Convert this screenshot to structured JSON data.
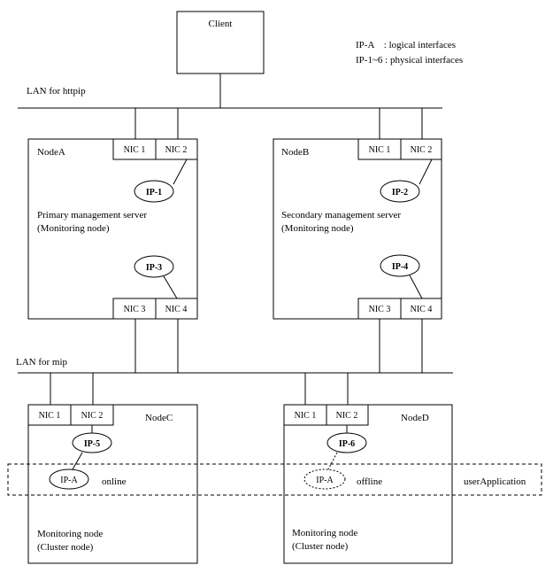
{
  "client": {
    "label": "Client"
  },
  "legend": {
    "line1": "IP-A　: logical interfaces",
    "line2": "IP-1~6 : physical interfaces"
  },
  "lans": {
    "httpip": "LAN for httpip",
    "mip": "LAN for mip"
  },
  "nodes": {
    "nodeA": {
      "name": "NodeA",
      "role_line1": "Primary management server",
      "role_line2": "(Monitoring node)",
      "nics": [
        "NIC 1",
        "NIC 2",
        "NIC 3",
        "NIC 4"
      ],
      "ips": [
        "IP-1",
        "IP-3"
      ]
    },
    "nodeB": {
      "name": "NodeB",
      "role_line1": "Secondary management server",
      "role_line2": "(Monitoring node)",
      "nics": [
        "NIC 1",
        "NIC 2",
        "NIC 3",
        "NIC 4"
      ],
      "ips": [
        "IP-2",
        "IP-4"
      ]
    },
    "nodeC": {
      "name": "NodeC",
      "role_line1": "Monitoring node",
      "role_line2": "(Cluster node)",
      "nics": [
        "NIC 1",
        "NIC 2"
      ],
      "ip": "IP-5",
      "logical_ip": "IP-A",
      "state": "online"
    },
    "nodeD": {
      "name": "NodeD",
      "role_line1": "Monitoring node",
      "role_line2": "(Cluster node)",
      "nics": [
        "NIC 1",
        "NIC 2"
      ],
      "ip": "IP-6",
      "logical_ip": "IP-A",
      "state": "offline"
    }
  },
  "user_application": {
    "label": "userApplication"
  }
}
